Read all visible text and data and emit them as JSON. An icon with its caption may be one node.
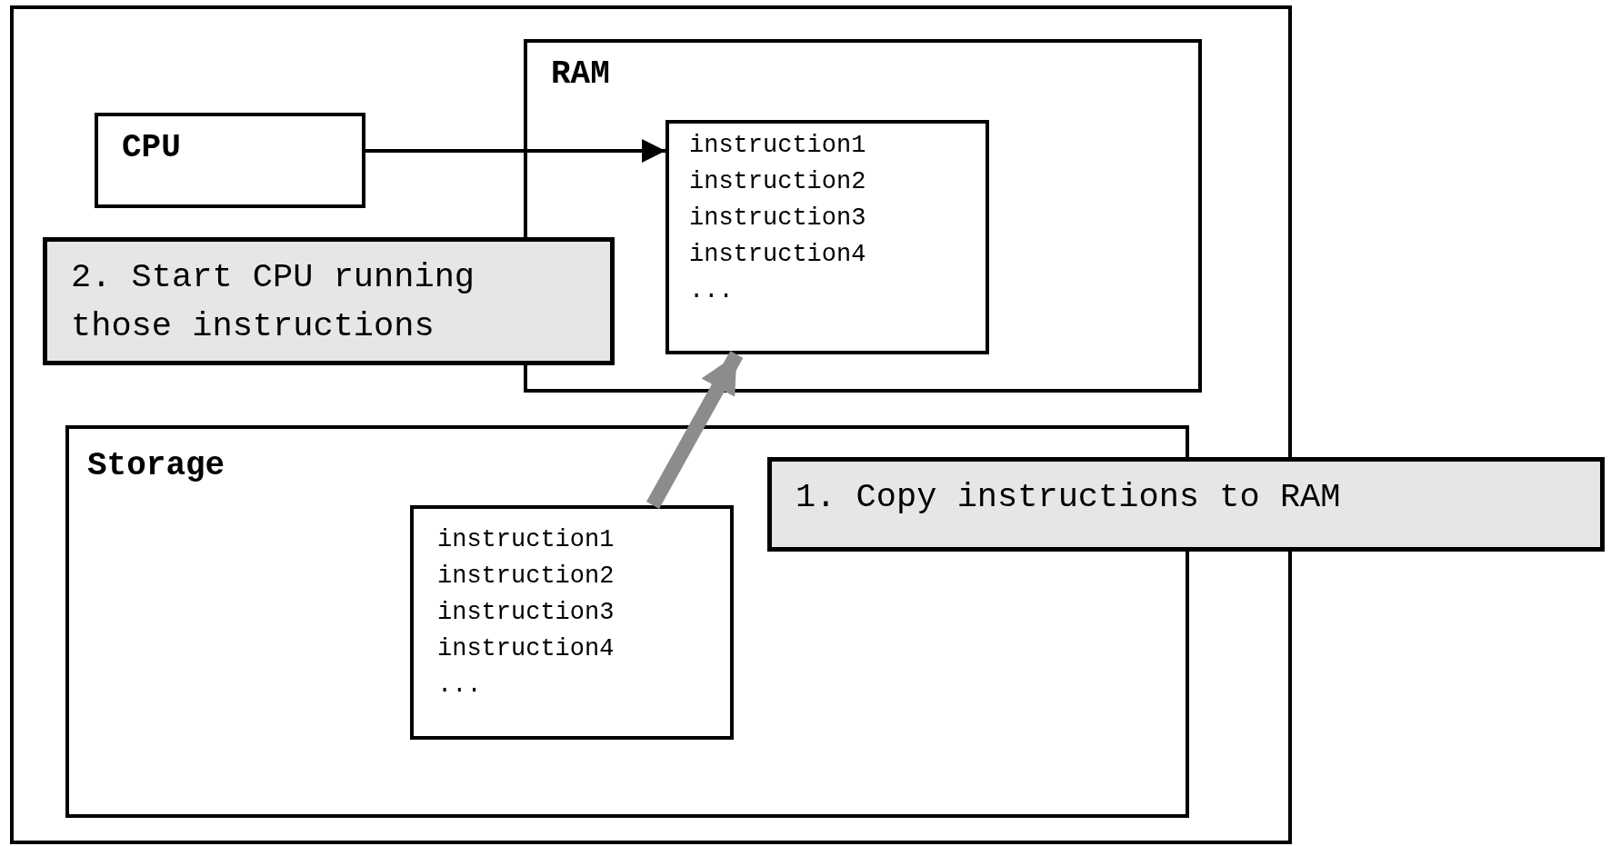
{
  "diagram": {
    "nodes": [
      {
        "text": [],
        "shape": "box"
      },
      {
        "text": [
          "RAM"
        ],
        "in": 0
      },
      {
        "text": [
          "CPU"
        ],
        "in": 0
      },
      {
        "text": [
          "instruction1",
          "instruction2",
          "instruction3",
          "instruction4",
          "..."
        ],
        "in": 1
      },
      {
        "text": [
          "2. Start CPU running those instructions"
        ],
        "in": 0
      },
      {
        "text": [
          "Storage"
        ],
        "in": 0
      },
      {
        "text": [
          "instruction1",
          "instruction2",
          "instruction3",
          "instruction4",
          "..."
        ],
        "in": 5
      },
      {
        "text": [
          "1. Copy instructions to RAM"
        ]
      }
    ],
    "edges": [
      {
        "from": 2,
        "to": 3,
        "arrow": "to"
      },
      {
        "from": 6,
        "to": 3,
        "arrow": "to",
        "style": "thick",
        "color": "#8c8c8c"
      }
    ]
  }
}
